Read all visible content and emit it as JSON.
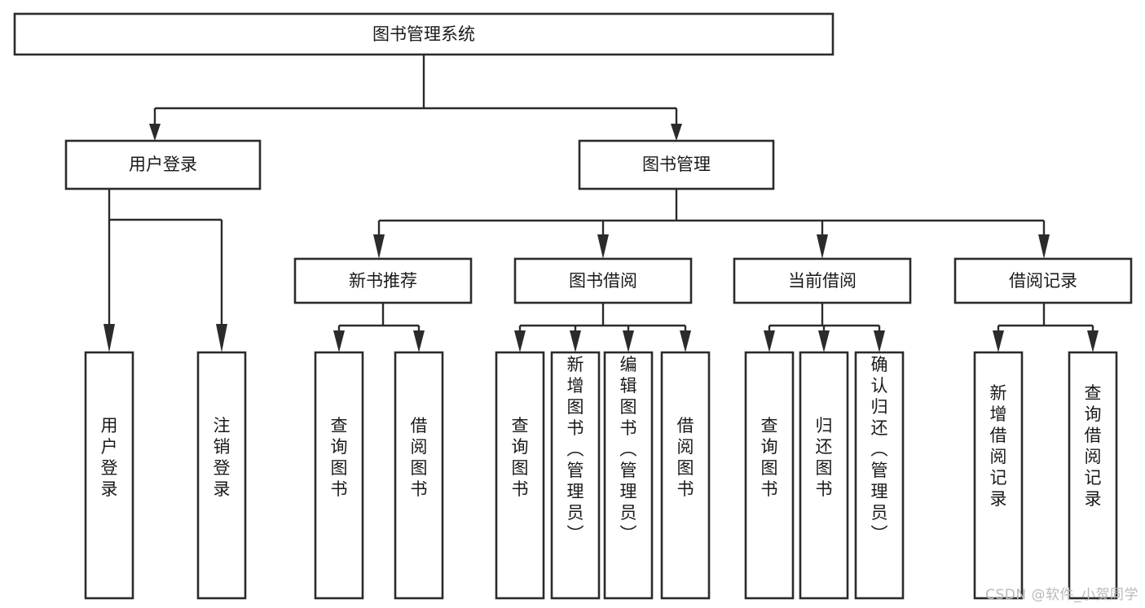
{
  "diagram": {
    "title": "图书管理系统",
    "type": "tree-hierarchy-diagram",
    "watermark": "CSDN @软件_小贺同学",
    "colors": {
      "background": "#ffffff",
      "box_stroke": "#2b2b2b",
      "box_fill": "#ffffff",
      "text": "#1a1a1a",
      "watermark": "#b9b9b9"
    },
    "nodes": {
      "root": {
        "label": "图书管理系统",
        "orientation": "horizontal"
      },
      "level2": [
        {
          "id": "user-login",
          "label": "用户登录",
          "orientation": "horizontal"
        },
        {
          "id": "book-management",
          "label": "图书管理",
          "orientation": "horizontal"
        }
      ],
      "level3": [
        {
          "id": "new-book-recommend",
          "label": "新书推荐",
          "orientation": "horizontal"
        },
        {
          "id": "book-borrow",
          "label": "图书借阅",
          "orientation": "horizontal"
        },
        {
          "id": "current-borrow",
          "label": "当前借阅",
          "orientation": "horizontal"
        },
        {
          "id": "borrow-record",
          "label": "借阅记录",
          "orientation": "horizontal"
        }
      ],
      "leaves": [
        {
          "id": "leaf-user-login",
          "label": "用户登录",
          "orientation": "vertical",
          "parent": "user-login"
        },
        {
          "id": "leaf-logout",
          "label": "注销登录",
          "orientation": "vertical",
          "parent": "user-login"
        },
        {
          "id": "leaf-query-book-1",
          "label": "查询图书",
          "orientation": "vertical",
          "parent": "new-book-recommend"
        },
        {
          "id": "leaf-borrow-book-1",
          "label": "借阅图书",
          "orientation": "vertical",
          "parent": "new-book-recommend"
        },
        {
          "id": "leaf-query-book-2",
          "label": "查询图书",
          "orientation": "vertical",
          "parent": "book-borrow"
        },
        {
          "id": "leaf-add-book",
          "label": "新增图书（管理员）",
          "orientation": "vertical",
          "parent": "book-borrow"
        },
        {
          "id": "leaf-edit-book",
          "label": "编辑图书（管理员）",
          "orientation": "vertical",
          "parent": "book-borrow"
        },
        {
          "id": "leaf-borrow-book-2",
          "label": "借阅图书",
          "orientation": "vertical",
          "parent": "book-borrow"
        },
        {
          "id": "leaf-query-book-3",
          "label": "查询图书",
          "orientation": "vertical",
          "parent": "current-borrow"
        },
        {
          "id": "leaf-return-book",
          "label": "归还图书",
          "orientation": "vertical",
          "parent": "current-borrow"
        },
        {
          "id": "leaf-confirm-return",
          "label": "确认归还（管理员）",
          "orientation": "vertical",
          "parent": "current-borrow"
        },
        {
          "id": "leaf-add-record",
          "label": "新增借阅记录",
          "orientation": "vertical",
          "parent": "borrow-record"
        },
        {
          "id": "leaf-query-record",
          "label": "查询借阅记录",
          "orientation": "vertical",
          "parent": "borrow-record"
        }
      ]
    }
  }
}
